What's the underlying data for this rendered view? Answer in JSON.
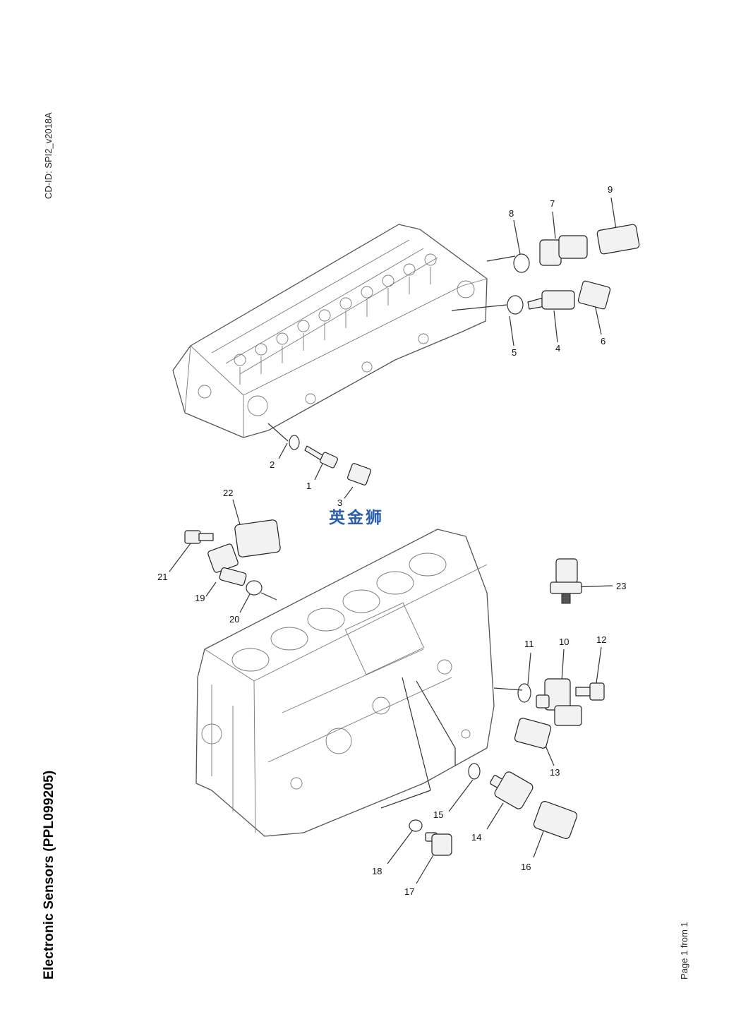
{
  "document": {
    "cd_id": "CD-ID: SPI2_v2018A",
    "title": "Electronic Sensors (PPL099205)",
    "page_label": "Page 1 from 1",
    "watermark": "英金狮"
  },
  "callouts": [
    "1",
    "2",
    "3",
    "4",
    "5",
    "6",
    "7",
    "8",
    "9",
    "10",
    "11",
    "12",
    "13",
    "14",
    "15",
    "16",
    "17",
    "18",
    "19",
    "20",
    "21",
    "22",
    "23"
  ]
}
